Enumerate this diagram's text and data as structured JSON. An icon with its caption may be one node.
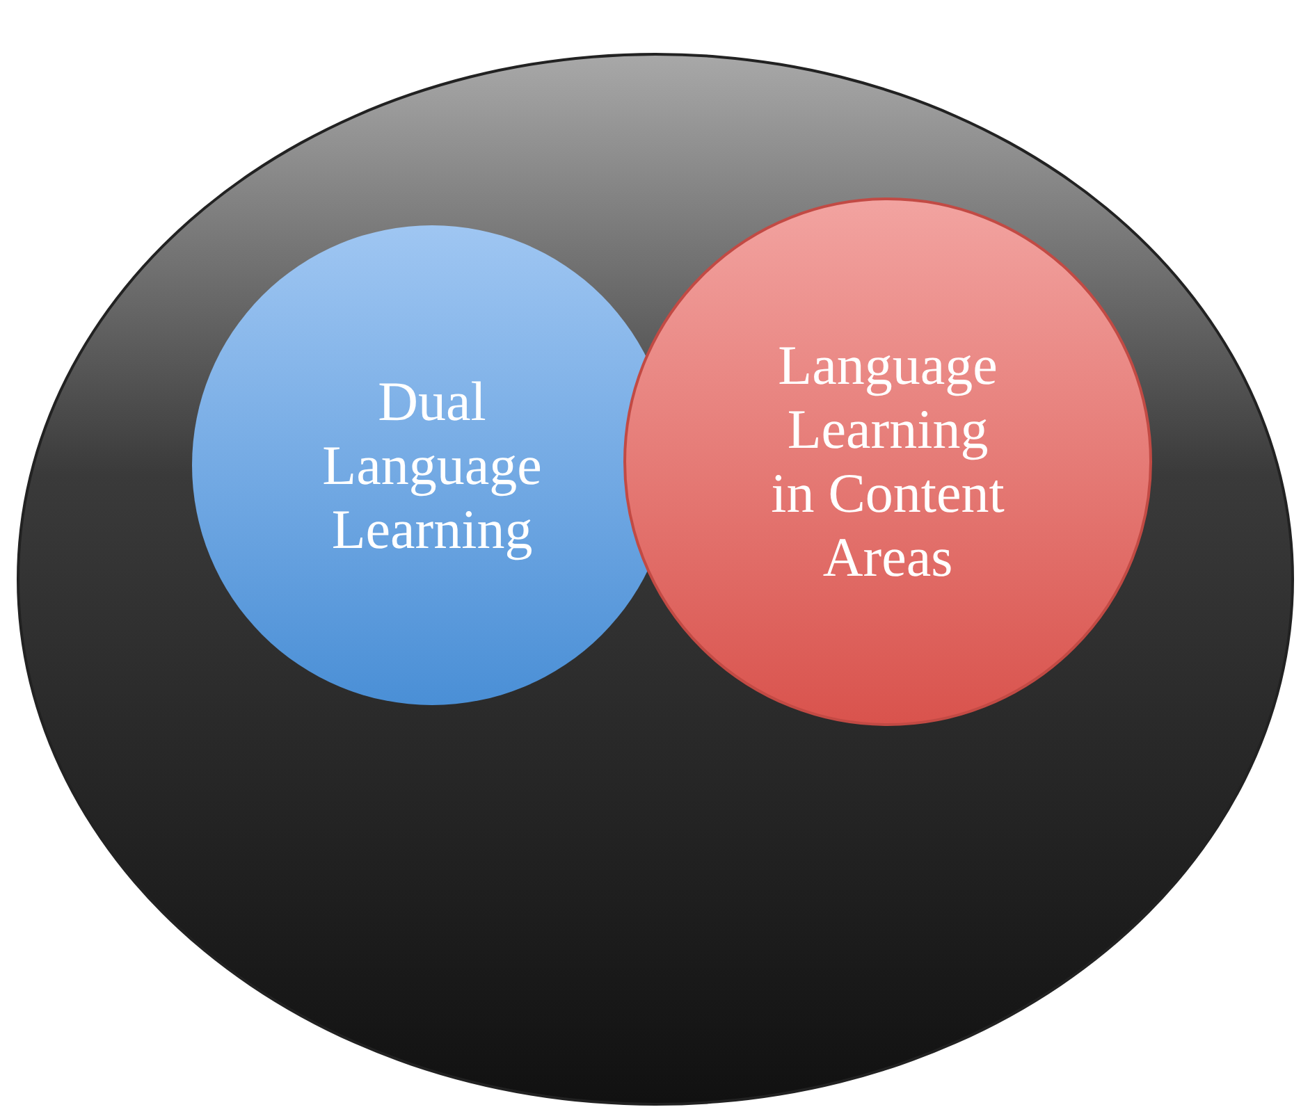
{
  "diagram": {
    "nodes": [
      {
        "text": [],
        "shape": "circle"
      },
      {
        "text": [
          "Dual Language Learning"
        ],
        "in": 0
      },
      {
        "text": [
          "Language Learning in Content Areas"
        ],
        "in": 0
      }
    ]
  }
}
